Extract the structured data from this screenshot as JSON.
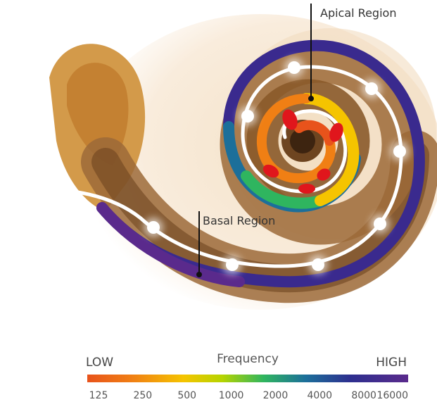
{
  "labels": {
    "apical": "Apical Region",
    "basal": "Basal Region"
  },
  "scale": {
    "low_label": "LOW",
    "high_label": "HIGH",
    "title": "Frequency",
    "ticks": [
      "125",
      "250",
      "500",
      "1000",
      "2000",
      "4000",
      "8000",
      "16000"
    ],
    "gradient_colors": [
      "#e8531b",
      "#f07f14",
      "#f5c400",
      "#b6d400",
      "#2fb55f",
      "#1c6f9a",
      "#2d2f8f",
      "#5a2a8c"
    ]
  },
  "colors": {
    "tissue": "#8a5a2a",
    "electrode": "#ffffff",
    "hot_spot": "#e0161c",
    "callout_line": "#111111"
  }
}
